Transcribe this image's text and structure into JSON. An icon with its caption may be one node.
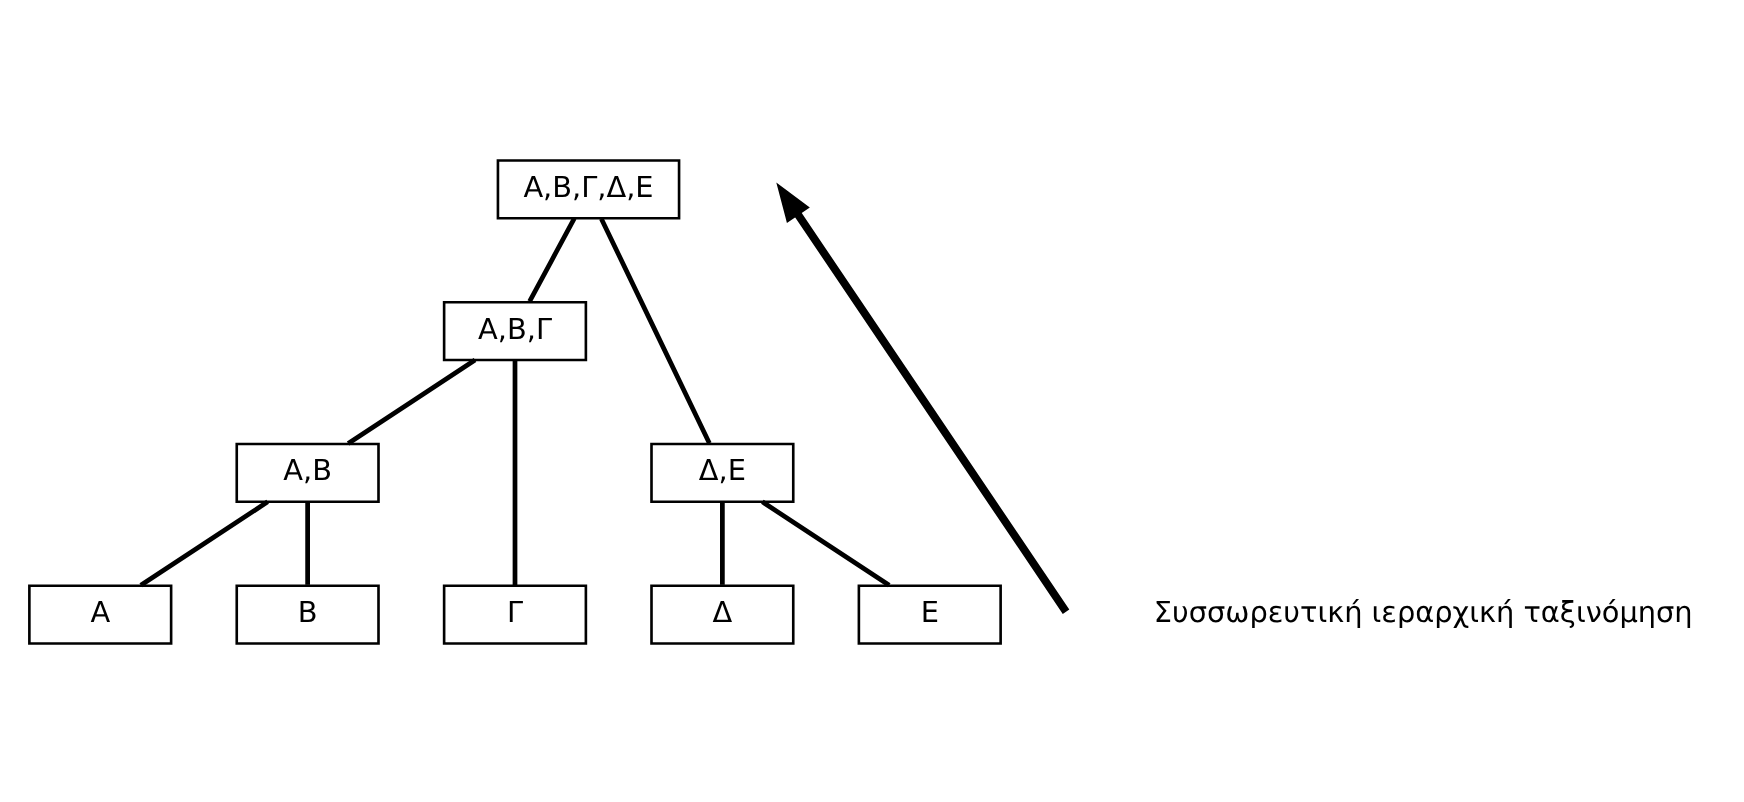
{
  "diagram": {
    "nodes": [
      {
        "text": [
          "Α,Β,Γ,Δ,Ε"
        ]
      },
      {
        "text": [
          "Α,Β,Γ"
        ]
      },
      {
        "text": [
          "Α,Β"
        ]
      },
      {
        "text": [
          "Δ,Ε"
        ]
      },
      {
        "text": [
          "Α"
        ]
      },
      {
        "text": [
          "Β"
        ]
      },
      {
        "text": [
          "Γ"
        ]
      },
      {
        "text": [
          "Δ"
        ]
      },
      {
        "text": [
          "Ε"
        ]
      }
    ],
    "edges": [
      {
        "from": 0,
        "to": 1,
        "arrow": "none"
      },
      {
        "from": 0,
        "to": 3,
        "arrow": "none"
      },
      {
        "from": 1,
        "to": 2,
        "arrow": "none"
      },
      {
        "from": 1,
        "to": 6,
        "arrow": "none"
      },
      {
        "from": 2,
        "to": 4,
        "arrow": "none"
      },
      {
        "from": 2,
        "to": 5,
        "arrow": "none"
      },
      {
        "from": 3,
        "to": 7,
        "arrow": "none"
      },
      {
        "from": 3,
        "to": 8,
        "arrow": "none"
      }
    ],
    "labels": [
      "Συσσωρευτική ιεραρχική ταξινόμηση"
    ]
  }
}
